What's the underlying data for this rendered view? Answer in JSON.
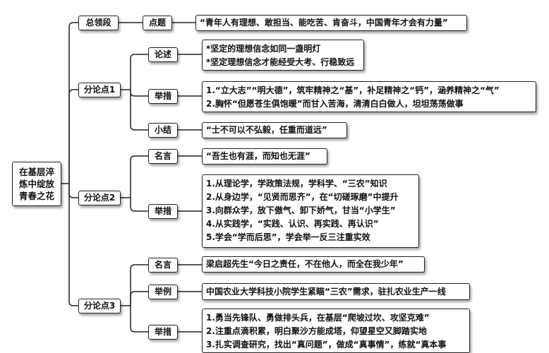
{
  "root": {
    "lines": [
      "在基层淬",
      "炼中绽放",
      "青春之花"
    ]
  },
  "branches": [
    {
      "label": "总领段",
      "children": [
        {
          "label": "点题",
          "lines": [
            "“青年人有理想、敢担当、能吃苦、肯奋斗，中国青年才会有力量”"
          ]
        }
      ]
    },
    {
      "label": "分论点1",
      "children": [
        {
          "label": "论述",
          "lines": [
            "*坚定的理想信念如同一盏明灯",
            "*坚定理想信念才能经受大考、行稳致远"
          ]
        },
        {
          "label": "举措",
          "lines": [
            "1.“立大志”“明大德”，筑牢精神之“基”，补足精神之“钙”，涵养精神之“气”",
            "2.胸怀“但愿苍生俱饱暖”而甘入苦海，清清白白做人，坦坦荡荡做事"
          ]
        },
        {
          "label": "小结",
          "lines": [
            "“士不可以不弘毅，任重而道远”"
          ]
        }
      ]
    },
    {
      "label": "分论点2",
      "children": [
        {
          "label": "名言",
          "lines": [
            "“吾生也有涯，而知也无涯”"
          ]
        },
        {
          "label": "举措",
          "lines": [
            "1.从理论学，学政策法规，学科学、“三农”知识",
            "2.从身边学，“见贤而思齐”，在“切磋琢磨”中提升",
            "3.向群众学，放下傲气、卸下娇气，甘当“小学生”",
            "4.从实践学，“实践、认识、再实践、再认识”",
            "5.学会“学而后思”，学会举一反三注重实效"
          ]
        }
      ]
    },
    {
      "label": "分论点3",
      "children": [
        {
          "label": "名言",
          "lines": [
            "梁启超先生“今日之责任，不在他人，而全在我少年”"
          ]
        },
        {
          "label": "举例",
          "lines": [
            "中国农业大学科技小院学生紧瞄“三农”需求，驻扎农业生产一线"
          ]
        },
        {
          "label": "举措",
          "lines": [
            "1.勇当先锋队、勇做排头兵，在基层“爬坡过坎、攻坚克难”",
            "2.注重点滴积累，明白聚沙方能成塔，仰望星空又脚踏实地",
            "3.扎实调查研究，找出“真问题”，做成“真事情”，练就“真本事"
          ]
        }
      ]
    }
  ]
}
